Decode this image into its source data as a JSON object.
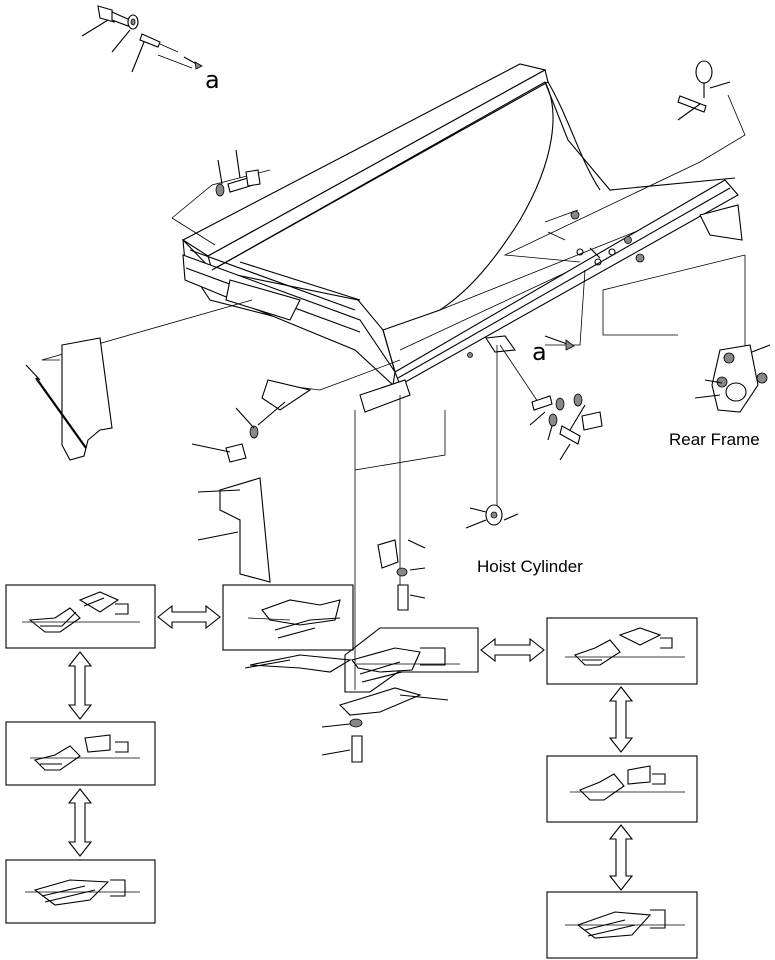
{
  "labels": {
    "rear_frame": "Rear Frame",
    "hoist_cylinder": "Hoist Cylinder",
    "ref_a_top": "a",
    "ref_a_body": "a"
  }
}
